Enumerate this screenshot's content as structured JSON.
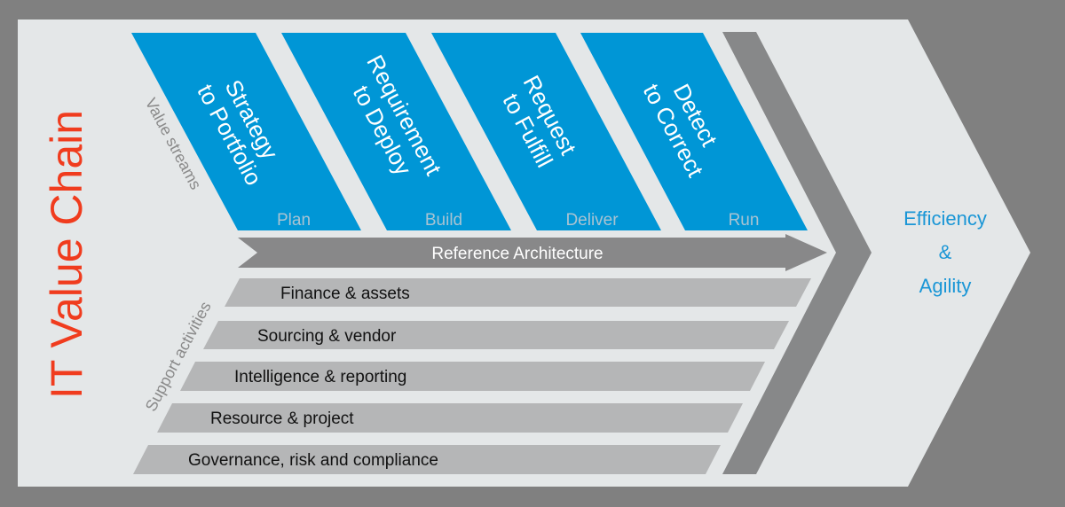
{
  "title": "IT Value Chain",
  "value_streams_label": "Value streams",
  "support_activities_label": "Support activities",
  "value_streams": [
    {
      "line1": "Strategy",
      "line2": "to Portfolio",
      "phase": "Plan"
    },
    {
      "line1": "Requirement",
      "line2": "to Deploy",
      "phase": "Build"
    },
    {
      "line1": "Request",
      "line2": "to Fulfill",
      "phase": "Deliver"
    },
    {
      "line1": "Detect",
      "line2": "to Correct",
      "phase": "Run"
    }
  ],
  "reference_architecture": "Reference Architecture",
  "support_activities": [
    "Finance & assets",
    "Sourcing & vendor",
    "Intelligence & reporting",
    "Resource & project",
    "Governance, risk and compliance"
  ],
  "outcome": {
    "line1": "Efficiency",
    "line2": "&",
    "line3": "Agility"
  },
  "colors": {
    "background": "#808080",
    "panel": "#e4e7e8",
    "blue": "#0096d6",
    "title_red": "#f03c1e",
    "dark_gray": "#878889",
    "bar_gray": "#b5b6b7"
  }
}
